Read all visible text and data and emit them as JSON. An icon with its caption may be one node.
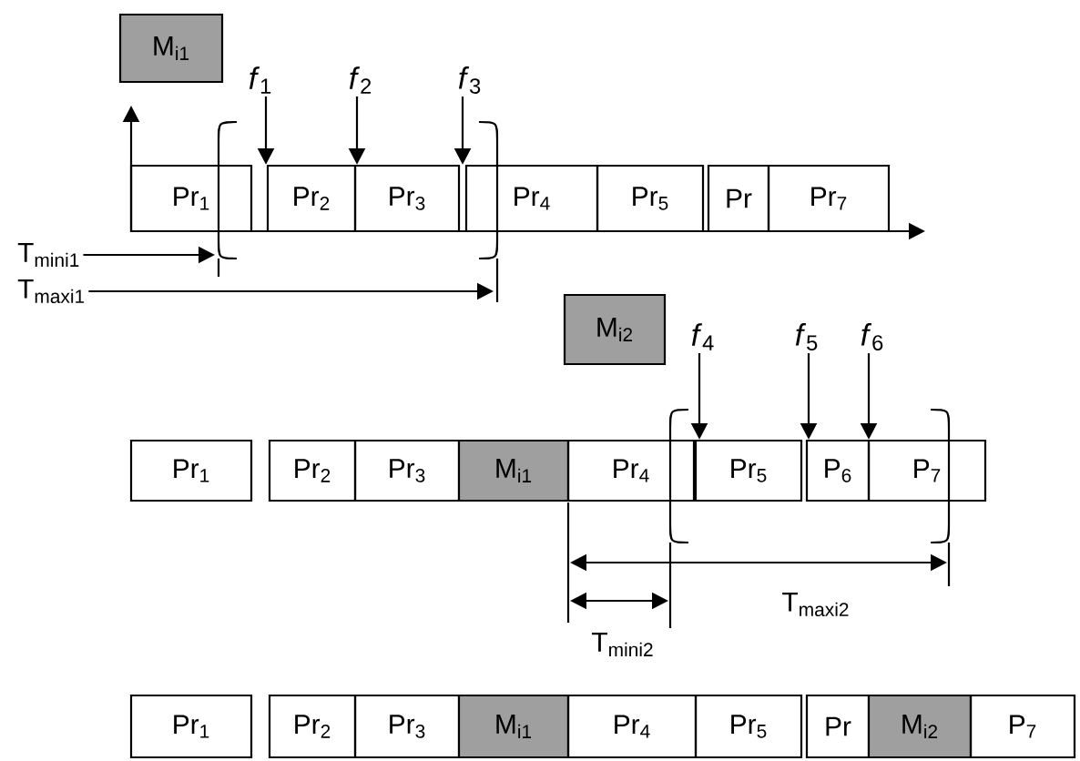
{
  "diagram": {
    "nodes": [
      {
        "text": [
          "M$_{i1}$"
        ]
      },
      {
        "text": [
          "*f*$_{1}$"
        ]
      },
      {
        "text": [
          "*f*$_{2}$"
        ]
      },
      {
        "text": [
          "*f*$_{3}$"
        ]
      },
      {
        "text": [
          "Pr$_{1}$"
        ]
      },
      {
        "text": [
          "Pr$_{2}$"
        ]
      },
      {
        "text": [
          "Pr$_{3}$"
        ]
      },
      {
        "text": [
          "Pr$_{4}$"
        ]
      },
      {
        "text": [
          "Pr$_{5}$"
        ]
      },
      {
        "text": [
          "Pr"
        ]
      },
      {
        "text": [
          "Pr$_{7}$"
        ]
      },
      {
        "text": [
          "M$_{i2}$"
        ]
      },
      {
        "text": [
          "*f*$_{4}$"
        ]
      },
      {
        "text": [
          "*f*$_{5}$"
        ]
      },
      {
        "text": [
          "*f*$_{6}$"
        ]
      },
      {
        "text": [
          "Pr$_{1}$"
        ]
      },
      {
        "text": [
          "Pr$_{2}$"
        ]
      },
      {
        "text": [
          "Pr$_{3}$"
        ]
      },
      {
        "text": [
          "M$_{i1}$"
        ]
      },
      {
        "text": [
          "Pr$_{4}$"
        ]
      },
      {
        "text": [
          "Pr$_{5}$"
        ]
      },
      {
        "text": [
          "P$_{6}$"
        ]
      },
      {
        "text": [
          "P$_{7}$"
        ]
      },
      {
        "text": [
          "Pr$_{1}$"
        ]
      },
      {
        "text": [
          "Pr$_{2}$"
        ]
      },
      {
        "text": [
          "Pr$_{3}$"
        ]
      },
      {
        "text": [
          "M$_{i1}$"
        ]
      },
      {
        "text": [
          "Pr$_{4}$"
        ]
      },
      {
        "text": [
          "Pr$_{5}$"
        ]
      },
      {
        "text": [
          "Pr"
        ]
      },
      {
        "text": [
          "M$_{i2}$"
        ]
      },
      {
        "text": [
          "P$_{7}$"
        ]
      }
    ],
    "edges": [
      {
        "from": 1,
        "to": 5,
        "arrow": "to"
      },
      {
        "from": 2,
        "to": 5,
        "arrow": "to"
      },
      {
        "from": 3,
        "to": 6,
        "arrow": "to"
      },
      {
        "from": 12,
        "to": 20,
        "arrow": "to"
      },
      {
        "from": 13,
        "to": 21,
        "arrow": "to"
      },
      {
        "from": 14,
        "to": 21,
        "arrow": "to"
      }
    ],
    "labels": [
      "T$_{mini1}$",
      "T$_{maxi1}$",
      "T$_{maxi2}$",
      "T$_{mini2}$"
    ]
  }
}
